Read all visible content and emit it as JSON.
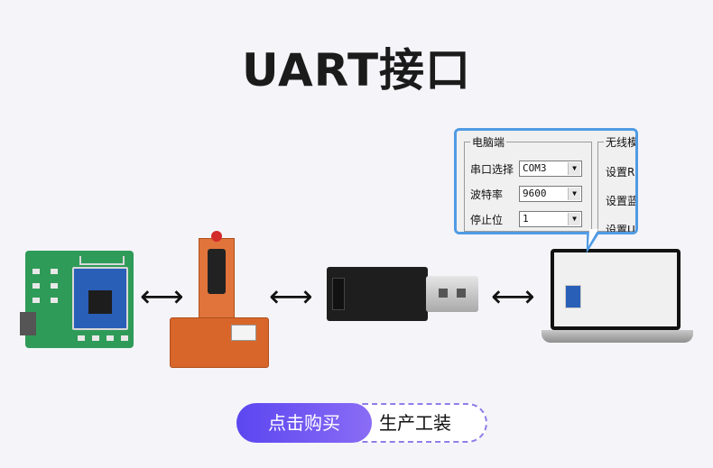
{
  "page": {
    "title": "UART接口"
  },
  "callout": {
    "group_left_title": "电脑端",
    "group_right_title": "无线模",
    "rows": [
      {
        "label": "串口选择",
        "value": "COM3"
      },
      {
        "label": "波特率",
        "value": "9600"
      },
      {
        "label": "停止位",
        "value": "1"
      }
    ],
    "right_buttons": [
      "设置R",
      "设置蓝",
      "设置U"
    ]
  },
  "buttons": {
    "buy_label": "点击购买",
    "production_label": "生产工装"
  },
  "icons": {
    "arrow": "double-arrow-icon"
  },
  "colors": {
    "accent": "#5b46f0",
    "callout_border": "#4f9be4"
  }
}
